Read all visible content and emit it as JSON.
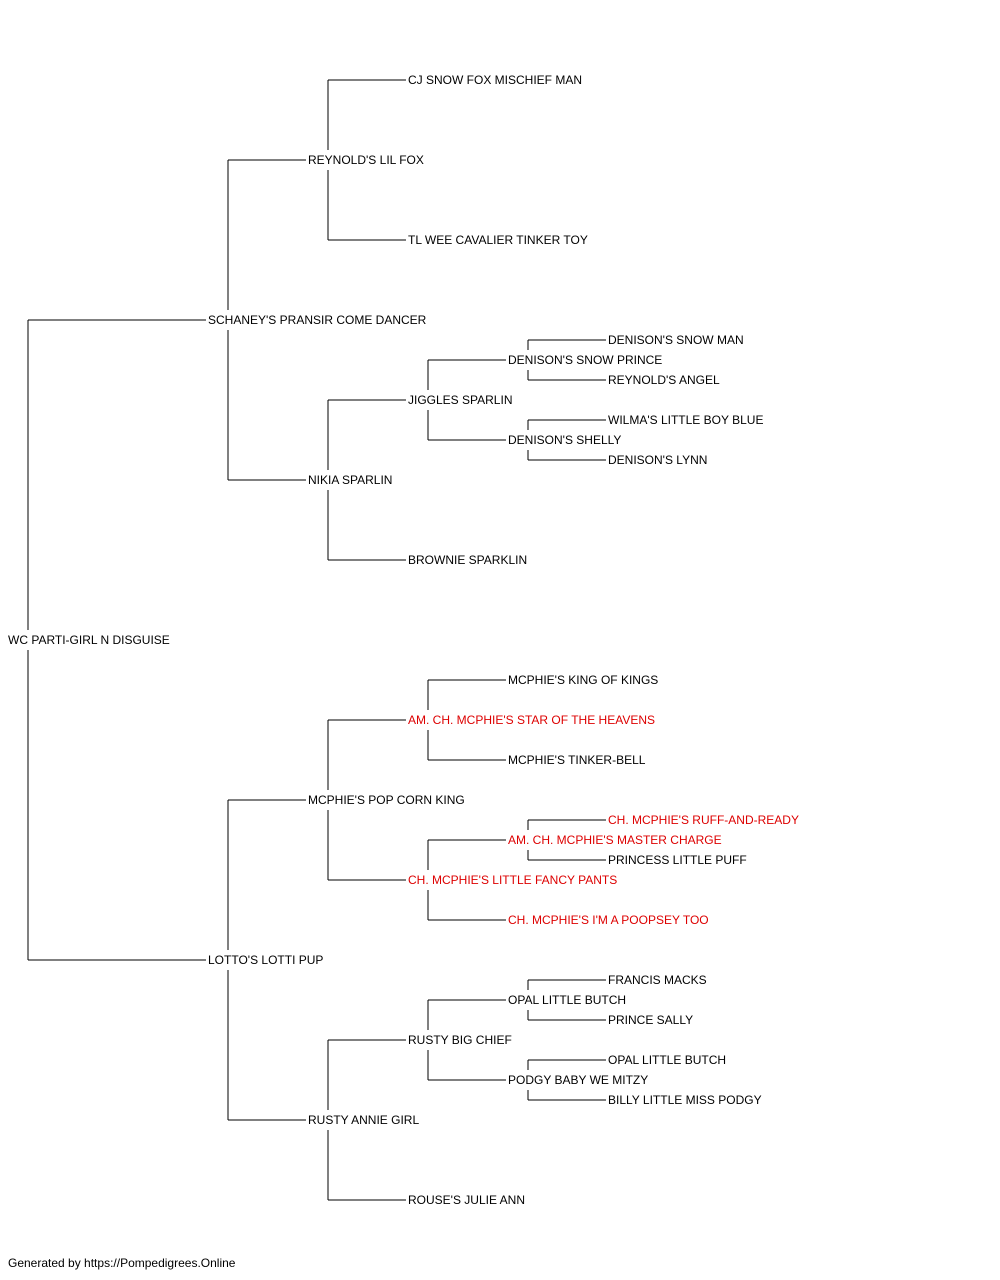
{
  "colors": {
    "normal": "#000000",
    "champion": "#dd0000",
    "line": "#000000"
  },
  "pedigree": {
    "name": "WC PARTI-GIRL N DISGUISE",
    "sire": {
      "name": "SCHANEY'S PRANSIR COME DANCER",
      "sire": {
        "name": "REYNOLD'S LIL FOX",
        "sire": {
          "name": "CJ SNOW FOX MISCHIEF MAN"
        },
        "dam": {
          "name": "TL WEE CAVALIER TINKER TOY"
        }
      },
      "dam": {
        "name": "NIKIA SPARLIN",
        "sire": {
          "name": "JIGGLES SPARLIN",
          "sire": {
            "name": "DENISON'S SNOW PRINCE",
            "sire": {
              "name": "DENISON'S SNOW MAN"
            },
            "dam": {
              "name": "REYNOLD'S ANGEL"
            }
          },
          "dam": {
            "name": "DENISON'S SHELLY",
            "sire": {
              "name": "WILMA'S LITTLE BOY BLUE"
            },
            "dam": {
              "name": "DENISON'S LYNN"
            }
          }
        },
        "dam": {
          "name": "BROWNIE SPARKLIN"
        }
      }
    },
    "dam": {
      "name": "LOTTO'S LOTTI PUP",
      "sire": {
        "name": "MCPHIE'S POP CORN KING",
        "sire": {
          "name": "AM. CH. MCPHIE'S STAR OF THE HEAVENS",
          "champion": true,
          "sire": {
            "name": "MCPHIE'S KING OF KINGS"
          },
          "dam": {
            "name": "MCPHIE'S TINKER-BELL"
          }
        },
        "dam": {
          "name": "CH. MCPHIE'S LITTLE FANCY PANTS",
          "champion": true,
          "sire": {
            "name": "AM. CH. MCPHIE'S MASTER CHARGE",
            "champion": true,
            "sire": {
              "name": "CH. MCPHIE'S RUFF-AND-READY",
              "champion": true
            },
            "dam": {
              "name": "PRINCESS LITTLE PUFF"
            }
          },
          "dam": {
            "name": "CH. MCPHIE'S I'M A POOPSEY TOO",
            "champion": true
          }
        }
      },
      "dam": {
        "name": "RUSTY ANNIE GIRL",
        "sire": {
          "name": "RUSTY BIG CHIEF",
          "sire": {
            "name": "OPAL LITTLE BUTCH",
            "sire": {
              "name": "FRANCIS MACKS"
            },
            "dam": {
              "name": "PRINCE SALLY"
            }
          },
          "dam": {
            "name": "PODGY BABY WE MITZY",
            "sire": {
              "name": "OPAL LITTLE BUTCH"
            },
            "dam": {
              "name": "BILLY LITTLE MISS PODGY"
            }
          }
        },
        "dam": {
          "name": "ROUSE'S JULIE ANN"
        }
      }
    }
  },
  "footer": {
    "text": "Generated by https://Pompedigrees.Online"
  }
}
